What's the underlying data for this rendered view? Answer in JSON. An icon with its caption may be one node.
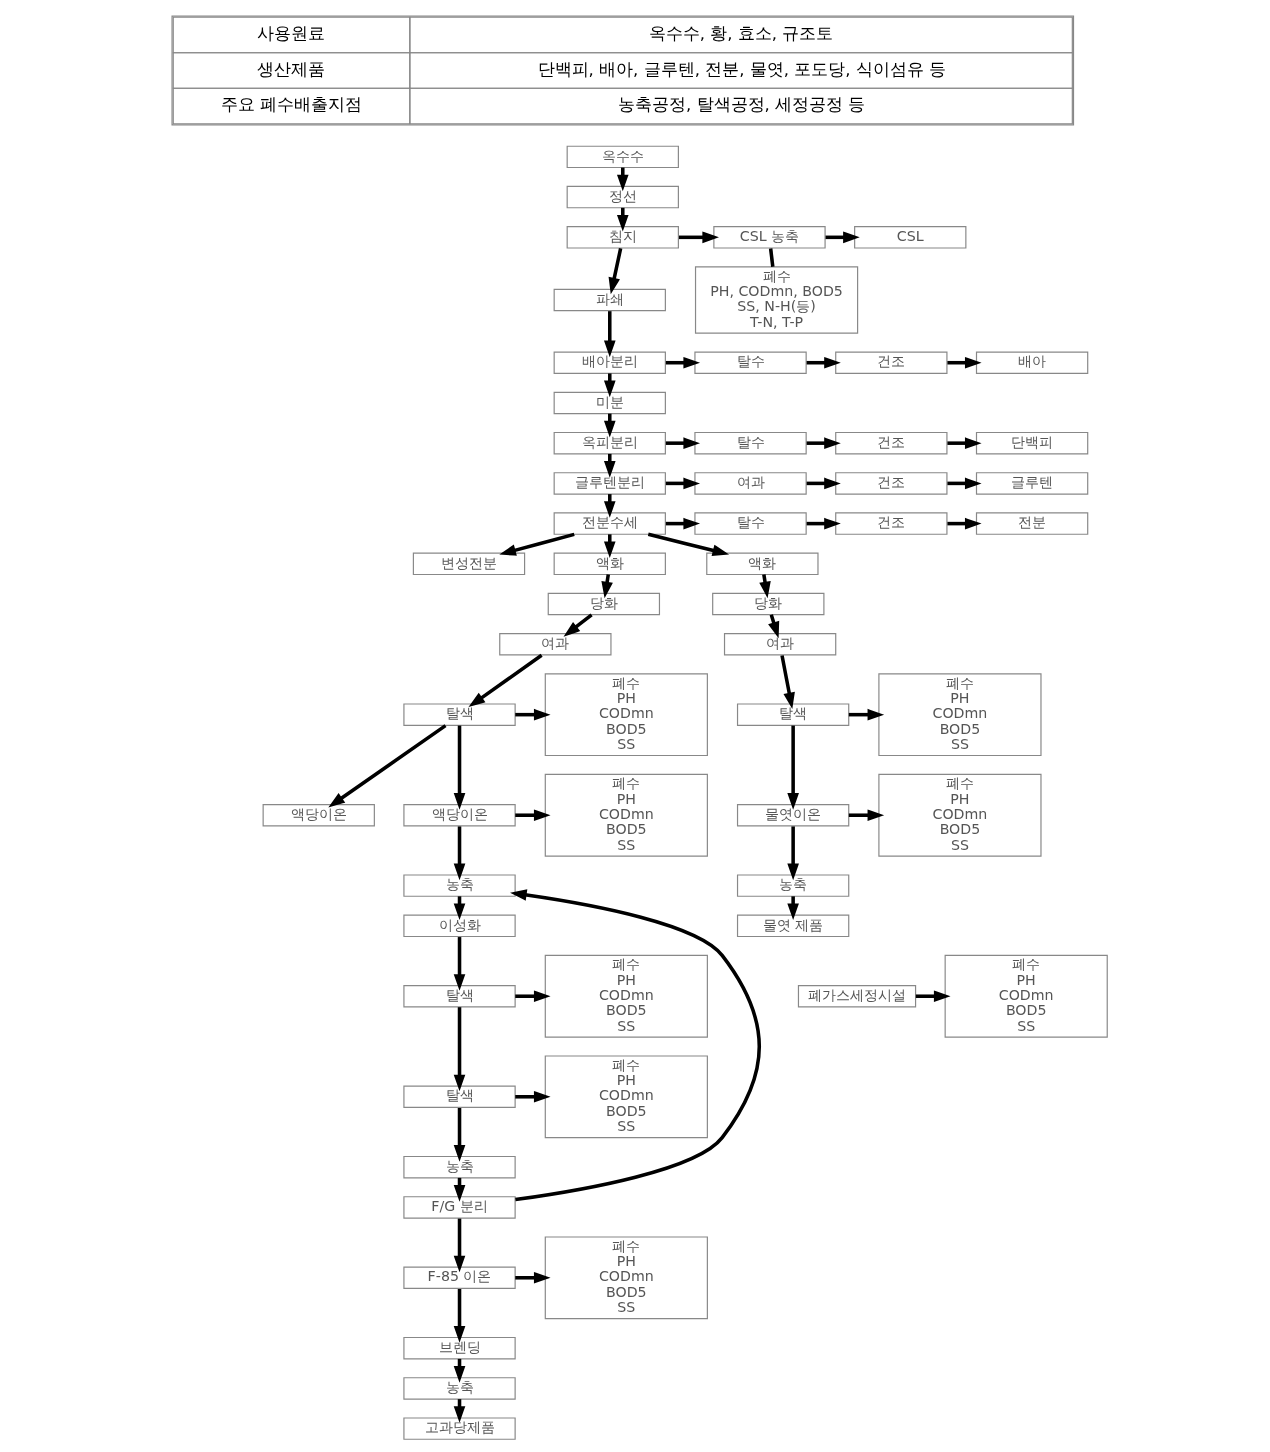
{
  "diagram": {
    "nodes": [
      {
        "text": [
          "옥수수"
        ]
      },
      {
        "text": [
          "정선"
        ]
      },
      {
        "text": [
          "침지"
        ]
      },
      {
        "text": [
          "CSL 농축"
        ]
      },
      {
        "text": [
          "CSL"
        ]
      },
      {
        "text": [
          "폐수",
          "PH, CODmn, BOD5",
          "SS, N-H(등)",
          "T-N, T-P"
        ]
      },
      {
        "text": [
          "파쇄"
        ]
      },
      {
        "text": [
          "배아분리"
        ]
      },
      {
        "text": [
          "탈수"
        ]
      },
      {
        "text": [
          "건조"
        ]
      },
      {
        "text": [
          "배아"
        ]
      },
      {
        "text": [
          "미분"
        ]
      },
      {
        "text": [
          "옥피분리"
        ]
      },
      {
        "text": [
          "탈수"
        ]
      },
      {
        "text": [
          "건조"
        ]
      },
      {
        "text": [
          "단백피"
        ]
      },
      {
        "text": [
          "글루텐분리"
        ]
      },
      {
        "text": [
          "여과"
        ]
      },
      {
        "text": [
          "건조"
        ]
      },
      {
        "text": [
          "글루텐"
        ]
      },
      {
        "text": [
          "전분수세"
        ]
      },
      {
        "text": [
          "탈수"
        ]
      },
      {
        "text": [
          "건조"
        ]
      },
      {
        "text": [
          "전분"
        ]
      },
      {
        "text": [
          "변성전분"
        ]
      },
      {
        "text": [
          "액화"
        ]
      },
      {
        "text": [
          "당화"
        ]
      },
      {
        "text": [
          "여과"
        ]
      },
      {
        "text": [
          "탈색"
        ]
      },
      {
        "text": [
          "폐수",
          "PH",
          "CODmn",
          "BOD5",
          "SS"
        ]
      },
      {
        "text": [
          "액당이온"
        ]
      },
      {
        "text": [
          "액당이온"
        ]
      },
      {
        "text": [
          "폐수",
          "PH",
          "CODmn",
          "BOD5",
          "SS"
        ]
      },
      {
        "text": [
          "농축"
        ]
      },
      {
        "text": [
          "이성화"
        ]
      },
      {
        "text": [
          "탈색"
        ]
      },
      {
        "text": [
          "폐수",
          "PH",
          "CODmn",
          "BOD5",
          "SS"
        ]
      },
      {
        "text": [
          "탈색"
        ]
      },
      {
        "text": [
          "폐수",
          "PH",
          "CODmn",
          "BOD5",
          "SS"
        ]
      },
      {
        "text": [
          "농축"
        ]
      },
      {
        "text": [
          "F/G 분리"
        ]
      },
      {
        "text": [
          "F-85 이온"
        ]
      },
      {
        "text": [
          "폐수",
          "PH",
          "CODmn",
          "BOD5",
          "SS"
        ]
      },
      {
        "text": [
          "브렌딩"
        ]
      },
      {
        "text": [
          "농축"
        ]
      },
      {
        "text": [
          "고과당제품"
        ]
      },
      {
        "text": [
          "액화"
        ]
      },
      {
        "text": [
          "당화"
        ]
      },
      {
        "text": [
          "여과"
        ]
      },
      {
        "text": [
          "탈색"
        ]
      },
      {
        "text": [
          "폐수",
          "PH",
          "CODmn",
          "BOD5",
          "SS"
        ]
      },
      {
        "text": [
          "물엿이온"
        ]
      },
      {
        "text": [
          "폐수",
          "PH",
          "CODmn",
          "BOD5",
          "SS"
        ]
      },
      {
        "text": [
          "농축"
        ]
      },
      {
        "text": [
          "물엿 제품"
        ]
      },
      {
        "text": [
          "폐가스세정시설"
        ]
      },
      {
        "text": [
          "폐수",
          "PH",
          "CODmn",
          "BOD5",
          "SS"
        ]
      }
    ],
    "edges": [
      {
        "from": 0,
        "to": 1,
        "arrow": "to"
      },
      {
        "from": 1,
        "to": 2,
        "arrow": "to"
      },
      {
        "from": 2,
        "to": 3,
        "arrow": "to"
      },
      {
        "from": 3,
        "to": 4,
        "arrow": "to"
      },
      {
        "from": 3,
        "to": 5,
        "arrow": "none"
      },
      {
        "from": 2,
        "to": 6,
        "arrow": "to"
      },
      {
        "from": 6,
        "to": 7,
        "arrow": "to"
      },
      {
        "from": 7,
        "to": 8,
        "arrow": "to"
      },
      {
        "from": 8,
        "to": 9,
        "arrow": "to"
      },
      {
        "from": 9,
        "to": 10,
        "arrow": "to"
      },
      {
        "from": 7,
        "to": 11,
        "arrow": "to"
      },
      {
        "from": 11,
        "to": 12,
        "arrow": "to"
      },
      {
        "from": 12,
        "to": 13,
        "arrow": "to"
      },
      {
        "from": 13,
        "to": 14,
        "arrow": "to"
      },
      {
        "from": 14,
        "to": 15,
        "arrow": "to"
      },
      {
        "from": 12,
        "to": 16,
        "arrow": "to"
      },
      {
        "from": 16,
        "to": 17,
        "arrow": "to"
      },
      {
        "from": 17,
        "to": 18,
        "arrow": "to"
      },
      {
        "from": 18,
        "to": 19,
        "arrow": "to"
      },
      {
        "from": 16,
        "to": 20,
        "arrow": "to"
      },
      {
        "from": 20,
        "to": 21,
        "arrow": "to"
      },
      {
        "from": 21,
        "to": 22,
        "arrow": "to"
      },
      {
        "from": 22,
        "to": 23,
        "arrow": "to"
      },
      {
        "from": 20,
        "to": 24,
        "arrow": "to"
      },
      {
        "from": 20,
        "to": 25,
        "arrow": "to"
      },
      {
        "from": 20,
        "to": 46,
        "arrow": "to"
      },
      {
        "from": 25,
        "to": 26,
        "arrow": "to"
      },
      {
        "from": 26,
        "to": 27,
        "arrow": "to"
      },
      {
        "from": 27,
        "to": 28,
        "arrow": "to"
      },
      {
        "from": 28,
        "to": 29,
        "arrow": "to"
      },
      {
        "from": 28,
        "to": 30,
        "arrow": "to"
      },
      {
        "from": 28,
        "to": 31,
        "arrow": "to"
      },
      {
        "from": 31,
        "to": 32,
        "arrow": "to"
      },
      {
        "from": 31,
        "to": 33,
        "arrow": "to"
      },
      {
        "from": 40,
        "to": 33,
        "arrow": "to"
      },
      {
        "from": 33,
        "to": 34,
        "arrow": "to"
      },
      {
        "from": 34,
        "to": 35,
        "arrow": "to"
      },
      {
        "from": 35,
        "to": 36,
        "arrow": "to"
      },
      {
        "from": 35,
        "to": 37,
        "arrow": "to"
      },
      {
        "from": 37,
        "to": 38,
        "arrow": "to"
      },
      {
        "from": 37,
        "to": 39,
        "arrow": "to"
      },
      {
        "from": 39,
        "to": 40,
        "arrow": "to"
      },
      {
        "from": 40,
        "to": 41,
        "arrow": "to"
      },
      {
        "from": 41,
        "to": 42,
        "arrow": "to"
      },
      {
        "from": 41,
        "to": 43,
        "arrow": "to"
      },
      {
        "from": 43,
        "to": 44,
        "arrow": "to"
      },
      {
        "from": 44,
        "to": 45,
        "arrow": "to"
      },
      {
        "from": 46,
        "to": 47,
        "arrow": "to"
      },
      {
        "from": 47,
        "to": 48,
        "arrow": "to"
      },
      {
        "from": 48,
        "to": 49,
        "arrow": "to"
      },
      {
        "from": 49,
        "to": 50,
        "arrow": "to"
      },
      {
        "from": 49,
        "to": 51,
        "arrow": "to"
      },
      {
        "from": 51,
        "to": 52,
        "arrow": "to"
      },
      {
        "from": 51,
        "to": 53,
        "arrow": "to"
      },
      {
        "from": 53,
        "to": 54,
        "arrow": "to"
      },
      {
        "from": 55,
        "to": 56,
        "arrow": "to"
      }
    ],
    "labels": [
      "사용원료",
      "옥수수, 황, 효소, 규조토",
      "생산제품",
      "단백피, 배아, 글루텐, 전분, 물엿, 포도당, 식이섬유 등",
      "주요 폐수배출지점",
      "농축공정, 탈색공정, 세정공정 등"
    ]
  }
}
